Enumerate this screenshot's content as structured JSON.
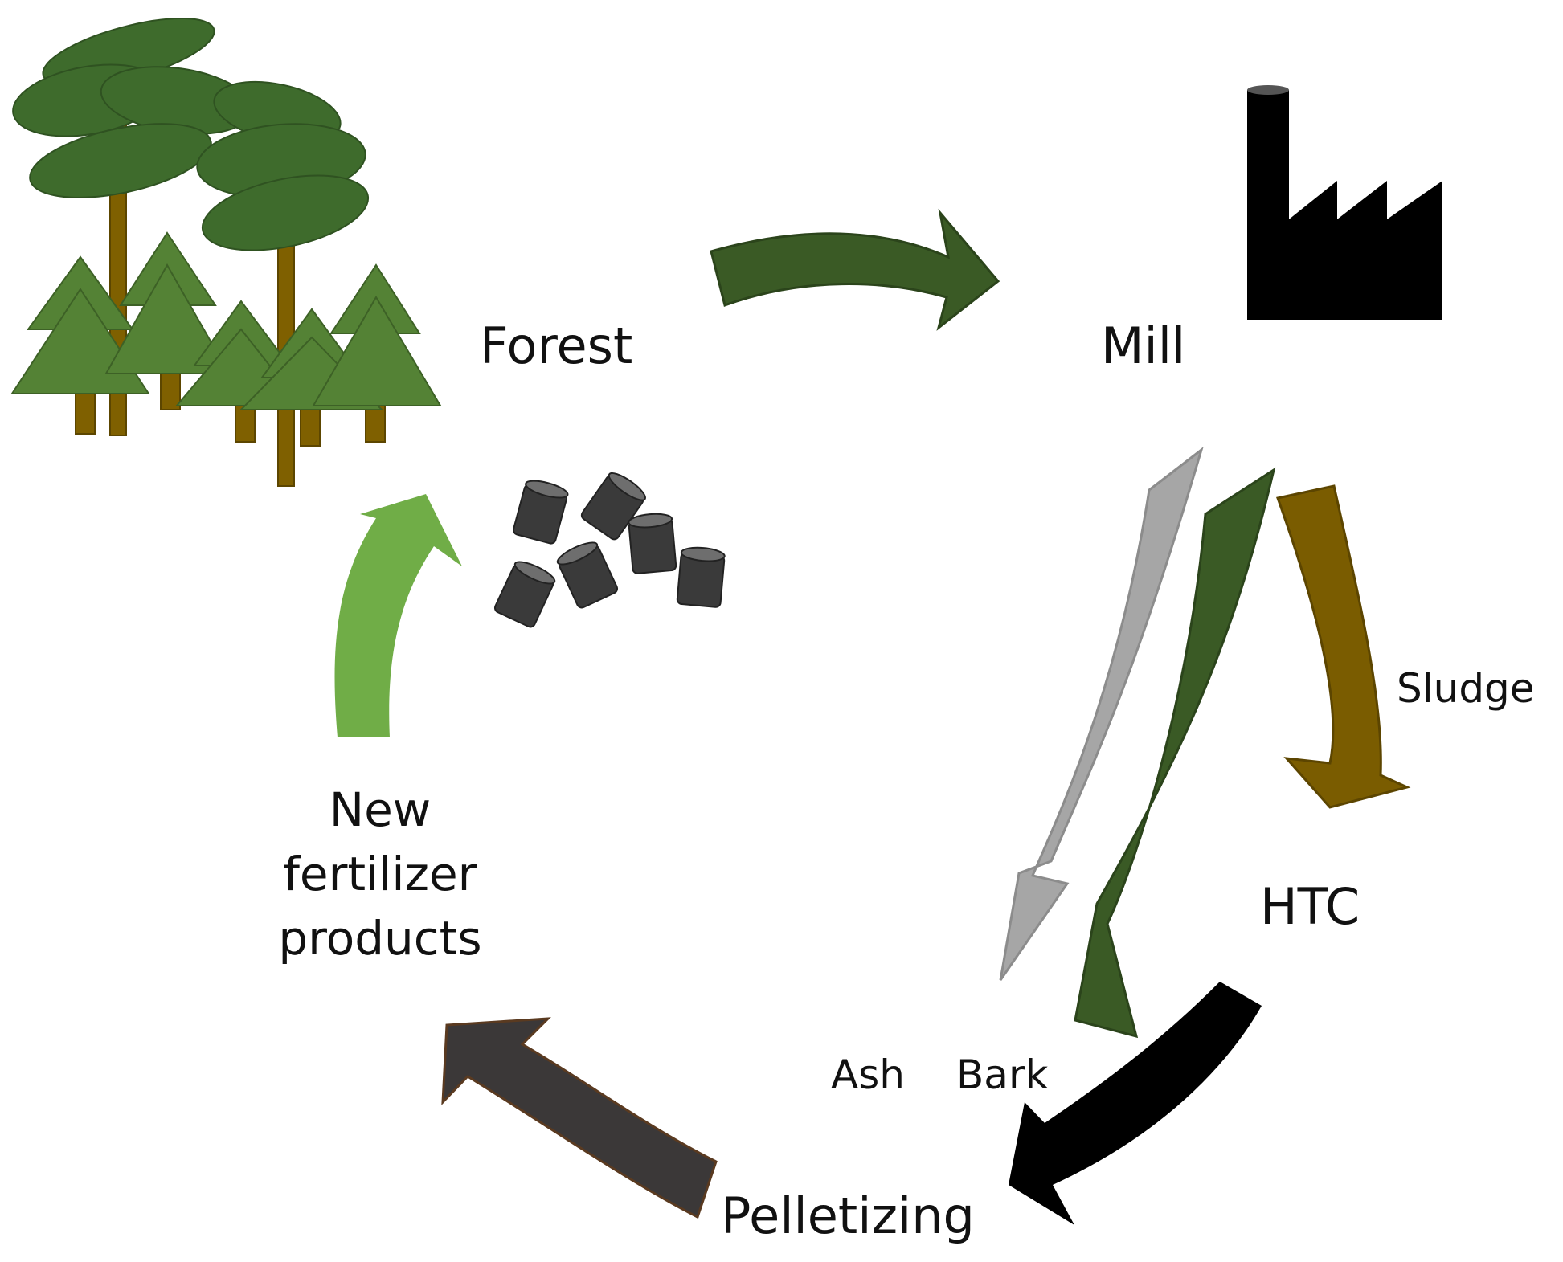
{
  "nodes": {
    "forest": "Forest",
    "mill": "Mill",
    "htc": "HTC",
    "pelletizing": "Pelletizing",
    "new_fertilizer": [
      "New",
      "fertilizer",
      "products"
    ]
  },
  "flows": {
    "sludge": "Sludge",
    "ash": "Ash",
    "bark": "Bark"
  },
  "colors": {
    "forest_arrow": "#3a5a25",
    "bark_arrow": "#3a5a25",
    "ash_arrow": "#a6a6a6",
    "sludge_arrow": "#7a5c00",
    "htc_arrow": "#000000",
    "pellet_arrow": "#3b3838",
    "fertilizer_arrow": "#70ad47",
    "tree_crown_pine": "#3e6b2c",
    "tree_spruce": "#548235",
    "trunk": "#7f6000",
    "factory": "#000000",
    "pellet": "#3a3a3a"
  },
  "icons": [
    "pine-tree-icon",
    "spruce-tree-icon",
    "factory-icon",
    "pellet-icon"
  ]
}
